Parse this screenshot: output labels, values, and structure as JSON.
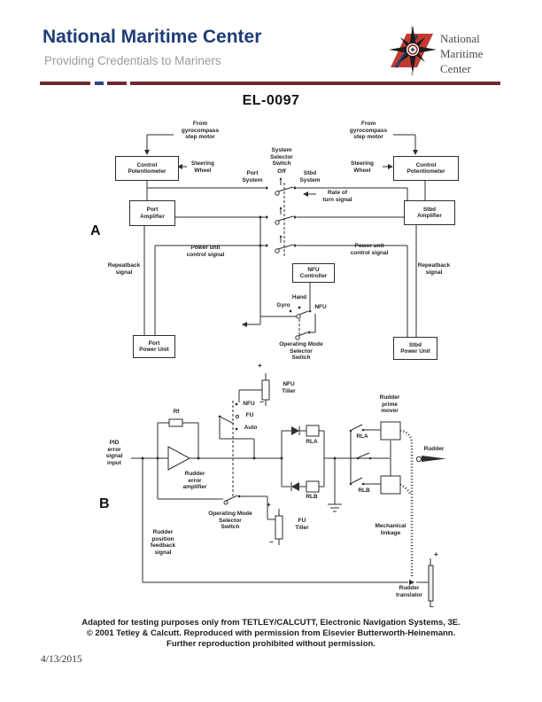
{
  "header": {
    "org": "National Maritime Center",
    "tagline": "Providing Credentials to Mariners",
    "logo": {
      "line1": "National",
      "line2": "Maritime",
      "line3": "Center"
    },
    "colors": {
      "navy": "#1e3c78",
      "maroon": "#722832",
      "blue": "#323f8e",
      "logo_red": "#c23b31"
    }
  },
  "title": "EL-0097",
  "diagram_a": {
    "label": "A",
    "from_gyro": "From\ngyrocompass\nstep motor",
    "control_potentiometer": "Control\nPotentiometer",
    "steering_wheel": "Steering\nWheel",
    "system_selector_switch": "System\nSelector\nSwitch",
    "off": "Off",
    "port_system": "Port\nSystem",
    "stbd_system": "Stbd\nSystem",
    "rate_of_turn": "Rate of\nturn signal",
    "port_amplifier": "Port\nAmplifier",
    "stbd_amplifier": "Stbd\nAmplifier",
    "power_unit_control": "Power unit\ncontrol signal",
    "nfu_controller": "NFU\nController",
    "hand": "Hand",
    "gyro": "Gyro",
    "nfu": "NFU",
    "operating_mode_switch": "Operating Mode\nSelector\nSwitch",
    "repeatback": "Repeatback\nsignal",
    "port_power_unit": "Port\nPower Unit",
    "stbd_power_unit": "Stbd\nPower Unit"
  },
  "diagram_b": {
    "label": "B",
    "pid_input": "PID\nerror\nsignal\ninput",
    "rf": "Rf",
    "rudder_error_amplifier": "Rudder\nerror\namplifier",
    "nfu_tiller": "NFU\nTiller",
    "nfu": "NFU",
    "fu": "FU",
    "auto": "Auto",
    "rla": "RLA",
    "rlb": "RLB",
    "rudder_prime_mover": "Rudder\nprime\nmover",
    "rudder": "Rudder",
    "operating_mode_switch": "Operating Mode\nSelector\nSwitch",
    "fu_tiller": "FU\nTiller",
    "mechanical_linkage": "Mechanical\nlinkage",
    "rudder_position_feedback": "Rudder\nposition\nfeedback\nsignal",
    "rudder_translator": "Rudder\ntranslator",
    "plus": "+",
    "minus": "−"
  },
  "footer": {
    "line1": "Adapted for testing purposes only from TETLEY/CALCUTT, Electronic Navigation Systems, 3E.",
    "line2": "© 2001 Tetley & Calcutt. Reproduced with permission from Elsevier Butterworth-Heinemann.",
    "line3": "Further reproduction prohibited without permission.",
    "date": "4/13/2015"
  }
}
